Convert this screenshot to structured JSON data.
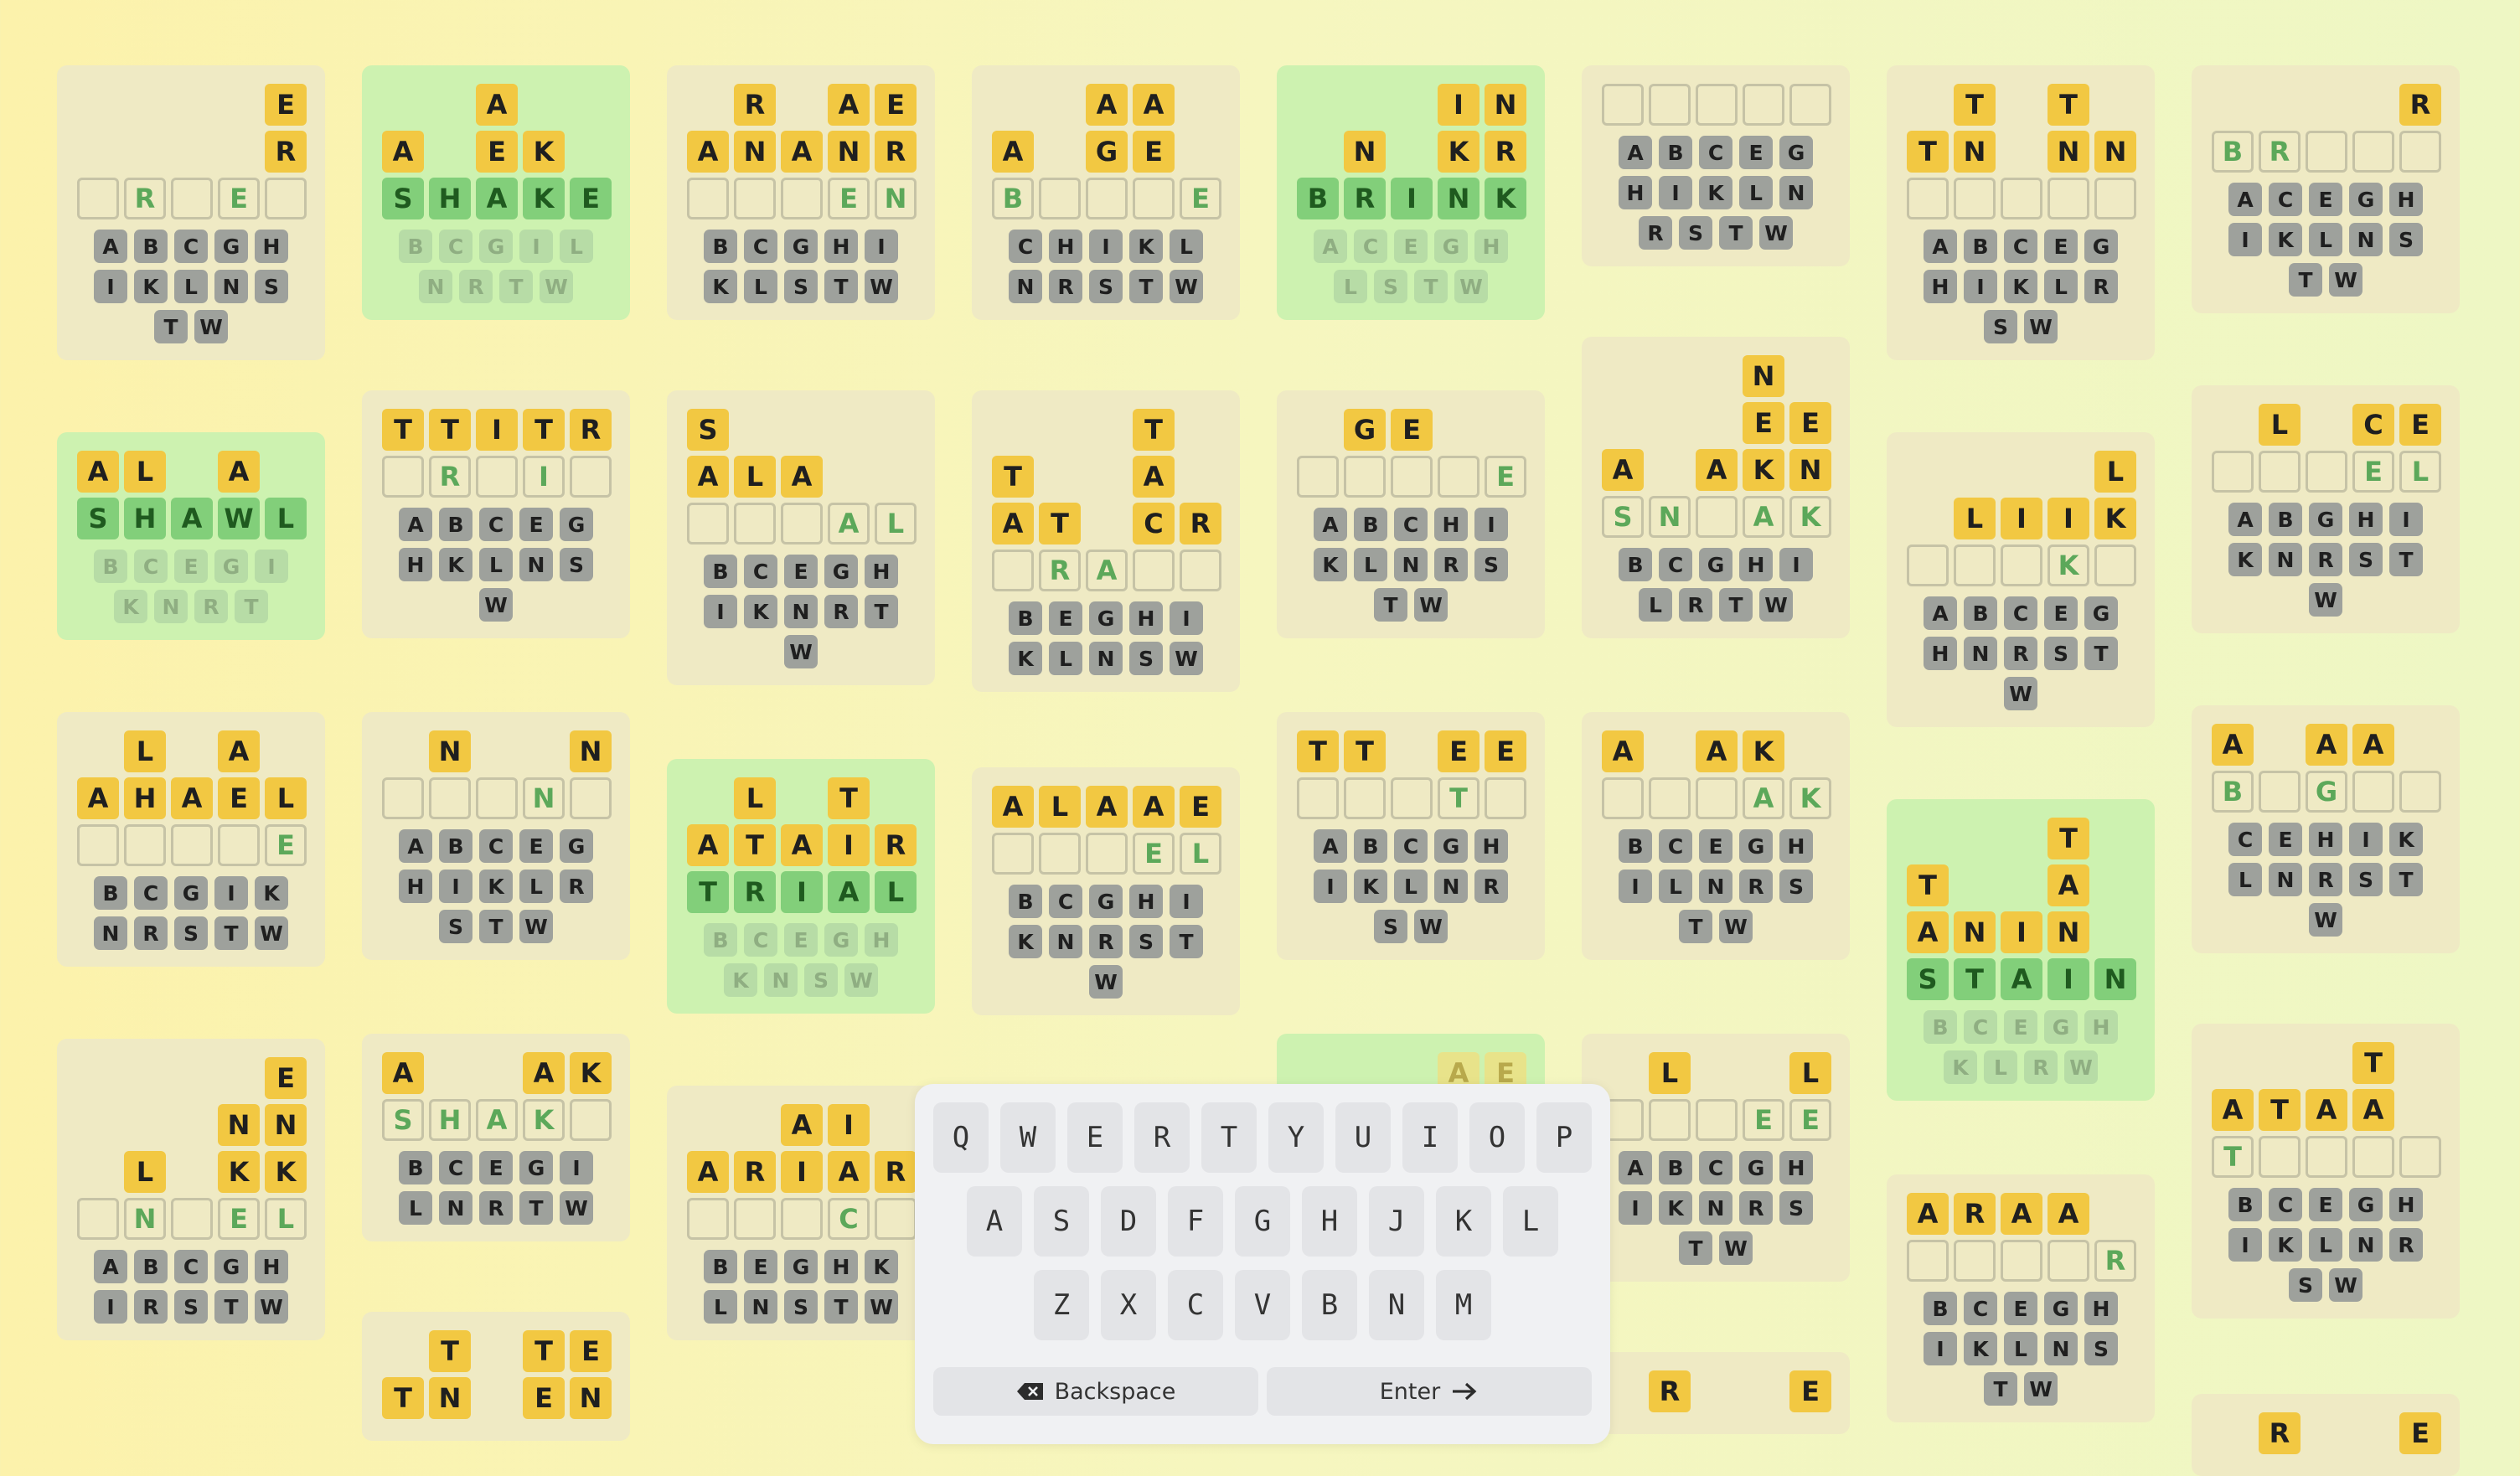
{
  "boards": [
    {
      "solved": false,
      "rows": [
        [
          "",
          "",
          "",
          "",
          "y:E"
        ],
        [
          "",
          "",
          "",
          "",
          "y:R"
        ],
        [
          "e",
          "c:R",
          "e",
          "c:E",
          "e"
        ]
      ],
      "keys": [
        "ABCGH",
        "IKLNS",
        "TW"
      ]
    },
    {
      "solved": true,
      "rows": [
        [
          "",
          "",
          "y:A",
          "",
          ""
        ],
        [
          "y:A",
          "",
          "y:E",
          "y:K",
          ""
        ],
        [
          "g:S",
          "g:H",
          "g:A",
          "g:K",
          "g:E"
        ]
      ],
      "keys": [
        "BCGIL",
        "NRTW"
      ]
    },
    {
      "solved": false,
      "rows": [
        [
          "",
          "y:R",
          "",
          "y:A",
          "y:E"
        ],
        [
          "y:A",
          "y:N",
          "y:A",
          "y:N",
          "y:R"
        ],
        [
          "e",
          "e",
          "e",
          "c:E",
          "c:N"
        ]
      ],
      "keys": [
        "BCGHI",
        "KLSTW"
      ]
    },
    {
      "solved": false,
      "rows": [
        [
          "",
          "",
          "y:A",
          "y:A",
          ""
        ],
        [
          "y:A",
          "",
          "y:G",
          "y:E",
          ""
        ],
        [
          "c:B",
          "e",
          "e",
          "e",
          "c:E"
        ]
      ],
      "keys": [
        "CHIKL",
        "NRSTW"
      ]
    },
    {
      "solved": true,
      "rows": [
        [
          "",
          "",
          "",
          "y:I",
          "y:N"
        ],
        [
          "",
          "y:N",
          "",
          "y:K",
          "y:R"
        ],
        [
          "g:B",
          "g:R",
          "g:I",
          "g:N",
          "g:K"
        ]
      ],
      "keys": [
        "ACEGH",
        "LSTW"
      ]
    },
    {
      "solved": false,
      "rows": [
        [
          "e",
          "e",
          "e",
          "e",
          "e"
        ]
      ],
      "keys": [
        "ABCEG",
        "HIKLN",
        "RSTW"
      ]
    },
    {
      "solved": false,
      "rows": [
        [
          "",
          "y:T",
          "",
          "y:T",
          ""
        ],
        [
          "y:T",
          "y:N",
          "",
          "y:N",
          "y:N"
        ],
        [
          "e",
          "e",
          "e",
          "e",
          "e"
        ]
      ],
      "keys": [
        "ABCEG",
        "HIKLR",
        "SW"
      ]
    },
    {
      "solved": false,
      "rows": [
        [
          "",
          "",
          "",
          "",
          "y:R"
        ],
        [
          "c:B",
          "c:R",
          "e",
          "e",
          "e"
        ]
      ],
      "keys": [
        "ACEGH",
        "IKLNS",
        "TW"
      ]
    },
    {
      "solved": true,
      "rows": [
        [
          "y:A",
          "y:L",
          "",
          "y:A",
          ""
        ],
        [
          "g:S",
          "g:H",
          "g:A",
          "g:W",
          "g:L"
        ]
      ],
      "keys": [
        "BCEGI",
        "KNRT"
      ]
    },
    {
      "solved": false,
      "rows": [
        [
          "y:T",
          "y:T",
          "y:I",
          "y:T",
          "y:R"
        ],
        [
          "e",
          "c:R",
          "e",
          "c:I",
          "e"
        ]
      ],
      "keys": [
        "ABCEG",
        "HKLNS",
        "W"
      ]
    },
    {
      "solved": false,
      "rows": [
        [
          "y:S",
          "",
          "",
          "",
          ""
        ],
        [
          "y:A",
          "y:L",
          "y:A",
          "",
          ""
        ],
        [
          "e",
          "e",
          "e",
          "c:A",
          "c:L"
        ]
      ],
      "keys": [
        "BCEGH",
        "IKNRT",
        "W"
      ]
    },
    {
      "solved": false,
      "rows": [
        [
          "",
          "",
          "",
          "y:T",
          ""
        ],
        [
          "y:T",
          "",
          "",
          "y:A",
          ""
        ],
        [
          "y:A",
          "y:T",
          "",
          "y:C",
          "y:R"
        ],
        [
          "e",
          "c:R",
          "c:A",
          "e",
          "e"
        ]
      ],
      "keys": [
        "BEGHI",
        "KLNSW"
      ]
    },
    {
      "solved": false,
      "rows": [
        [
          "",
          "y:G",
          "y:E",
          "",
          ""
        ],
        [
          "e",
          "e",
          "e",
          "e",
          "c:E"
        ]
      ],
      "keys": [
        "ABCHI",
        "KLNRS",
        "TW"
      ]
    },
    {
      "solved": false,
      "rows": [
        [
          "",
          "",
          "",
          "y:N",
          ""
        ],
        [
          "",
          "",
          "",
          "y:E",
          "y:E"
        ],
        [
          "y:A",
          "",
          "y:A",
          "y:K",
          "y:N"
        ],
        [
          "c:S",
          "c:N",
          "e",
          "c:A",
          "c:K"
        ]
      ],
      "keys": [
        "BCGHI",
        "LRTW"
      ]
    },
    {
      "solved": false,
      "rows": [
        [
          "",
          "",
          "",
          "",
          "y:L"
        ],
        [
          "",
          "y:L",
          "y:I",
          "y:I",
          "y:K"
        ],
        [
          "e",
          "e",
          "e",
          "c:K",
          "e"
        ]
      ],
      "keys": [
        "ABCEG",
        "HNRST",
        "W"
      ]
    },
    {
      "solved": false,
      "rows": [
        [
          "",
          "y:L",
          "",
          "y:C",
          "y:E"
        ],
        [
          "e",
          "e",
          "e",
          "c:E",
          "c:L"
        ]
      ],
      "keys": [
        "ABGHI",
        "KNRST",
        "W"
      ]
    },
    {
      "solved": false,
      "rows": [
        [
          "",
          "y:L",
          "",
          "y:A",
          ""
        ],
        [
          "y:A",
          "y:H",
          "y:A",
          "y:E",
          "y:L"
        ],
        [
          "e",
          "e",
          "e",
          "e",
          "c:E"
        ]
      ],
      "keys": [
        "BCGIK",
        "NRSTW"
      ]
    },
    {
      "solved": false,
      "rows": [
        [
          "",
          "y:N",
          "",
          "",
          "y:N"
        ],
        [
          "e",
          "e",
          "e",
          "c:N",
          "e"
        ]
      ],
      "keys": [
        "ABCEG",
        "HIKLR",
        "STW"
      ]
    },
    {
      "solved": true,
      "rows": [
        [
          "",
          "y:L",
          "",
          "y:T",
          ""
        ],
        [
          "y:A",
          "y:T",
          "y:A",
          "y:I",
          "y:R"
        ],
        [
          "g:T",
          "g:R",
          "g:I",
          "g:A",
          "g:L"
        ]
      ],
      "keys": [
        "BCEGH",
        "KNSW"
      ]
    },
    {
      "solved": false,
      "rows": [
        [
          "y:A",
          "y:L",
          "y:A",
          "y:A",
          "y:E"
        ],
        [
          "e",
          "e",
          "e",
          "c:E",
          "c:L"
        ]
      ],
      "keys": [
        "BCGHI",
        "KNRST",
        "W"
      ]
    },
    {
      "solved": false,
      "rows": [
        [
          "y:T",
          "y:T",
          "",
          "y:E",
          "y:E"
        ],
        [
          "e",
          "e",
          "e",
          "c:T",
          "e"
        ]
      ],
      "keys": [
        "ABCGH",
        "IKLNR",
        "SW"
      ]
    },
    {
      "solved": false,
      "rows": [
        [
          "y:A",
          "",
          "y:A",
          "y:K",
          ""
        ],
        [
          "e",
          "e",
          "e",
          "c:A",
          "c:K"
        ]
      ],
      "keys": [
        "BCEGH",
        "ILNRS",
        "TW"
      ]
    },
    {
      "solved": true,
      "rows": [
        [
          "",
          "",
          "",
          "y:T",
          ""
        ],
        [
          "y:T",
          "",
          "",
          "y:A",
          ""
        ],
        [
          "y:A",
          "y:N",
          "y:I",
          "y:N",
          ""
        ],
        [
          "g:S",
          "g:T",
          "g:A",
          "g:I",
          "g:N"
        ]
      ],
      "keys": [
        "BCEGH",
        "KLRW"
      ]
    },
    {
      "solved": false,
      "rows": [
        [
          "y:A",
          "",
          "y:A",
          "y:A",
          ""
        ],
        [
          "c:B",
          "e",
          "c:G",
          "e",
          "e"
        ]
      ],
      "keys": [
        "CEHIK",
        "LNRST",
        "W"
      ]
    },
    {
      "solved": false,
      "rows": [
        [
          "",
          "",
          "",
          "",
          "y:E"
        ],
        [
          "",
          "",
          "",
          "y:N",
          "y:N"
        ],
        [
          "",
          "y:L",
          "",
          "y:K",
          "y:K"
        ],
        [
          "e",
          "c:N",
          "e",
          "c:E",
          "c:L"
        ]
      ],
      "keys": [
        "ABCGH",
        "IRSTW"
      ]
    },
    {
      "solved": false,
      "rows": [
        [
          "y:A",
          "",
          "",
          "y:A",
          "y:K"
        ],
        [
          "c:S",
          "c:H",
          "c:A",
          "c:K",
          "e"
        ]
      ],
      "keys": [
        "BCEGI",
        "LNRTW"
      ]
    },
    {
      "solved": false,
      "rows": [
        [
          "",
          "",
          "y:A",
          "y:I",
          ""
        ],
        [
          "y:A",
          "y:R",
          "y:I",
          "y:A",
          "y:R"
        ],
        [
          "e",
          "e",
          "e",
          "c:C",
          "e"
        ]
      ],
      "keys": [
        "BEGHK",
        "LNSTW"
      ]
    },
    {
      "solved": true,
      "rows": [
        [
          "",
          "",
          "",
          "gy:A",
          "gy:E"
        ]
      ],
      "keys": []
    },
    {
      "solved": false,
      "rows": [
        [
          "",
          "y:L",
          "",
          "",
          "y:L"
        ],
        [
          "e",
          "e",
          "e",
          "c:E",
          "c:E"
        ]
      ],
      "keys": [
        "ABCGH",
        "IKNRS",
        "TW"
      ]
    },
    {
      "solved": false,
      "rows": [
        [
          "y:A",
          "y:R",
          "y:A",
          "y:A",
          ""
        ],
        [
          "e",
          "e",
          "e",
          "e",
          "c:R"
        ]
      ],
      "keys": [
        "BCEGH",
        "IKLNS",
        "TW"
      ]
    },
    {
      "solved": false,
      "rows": [
        [
          "",
          "",
          "",
          "y:T",
          ""
        ],
        [
          "y:A",
          "y:T",
          "y:A",
          "y:A",
          ""
        ],
        [
          "c:T",
          "e",
          "e",
          "e",
          "e"
        ]
      ],
      "keys": [
        "BCEGH",
        "IKLNR",
        "SW"
      ]
    },
    {
      "solved": false,
      "rows": [
        [
          "",
          "y:T",
          "",
          "y:T",
          "y:E"
        ],
        [
          "y:T",
          "y:N",
          "",
          "y:E",
          "y:N"
        ]
      ],
      "keys": []
    },
    {
      "solved": false,
      "rows": [
        [
          "",
          "y:R",
          "",
          "",
          "y:E"
        ]
      ],
      "keys": []
    },
    {
      "solved": false,
      "rows": [
        [
          "",
          "y:R",
          "",
          "",
          "y:E"
        ]
      ],
      "keys": []
    }
  ],
  "keyboard": {
    "row1": [
      "Q",
      "W",
      "E",
      "R",
      "T",
      "Y",
      "U",
      "I",
      "O",
      "P"
    ],
    "row2": [
      "A",
      "S",
      "D",
      "F",
      "G",
      "H",
      "J",
      "K",
      "L"
    ],
    "row3": [
      "Z",
      "X",
      "C",
      "V",
      "B",
      "N",
      "M"
    ],
    "backspace_label": "Backspace",
    "enter_label": "Enter"
  }
}
